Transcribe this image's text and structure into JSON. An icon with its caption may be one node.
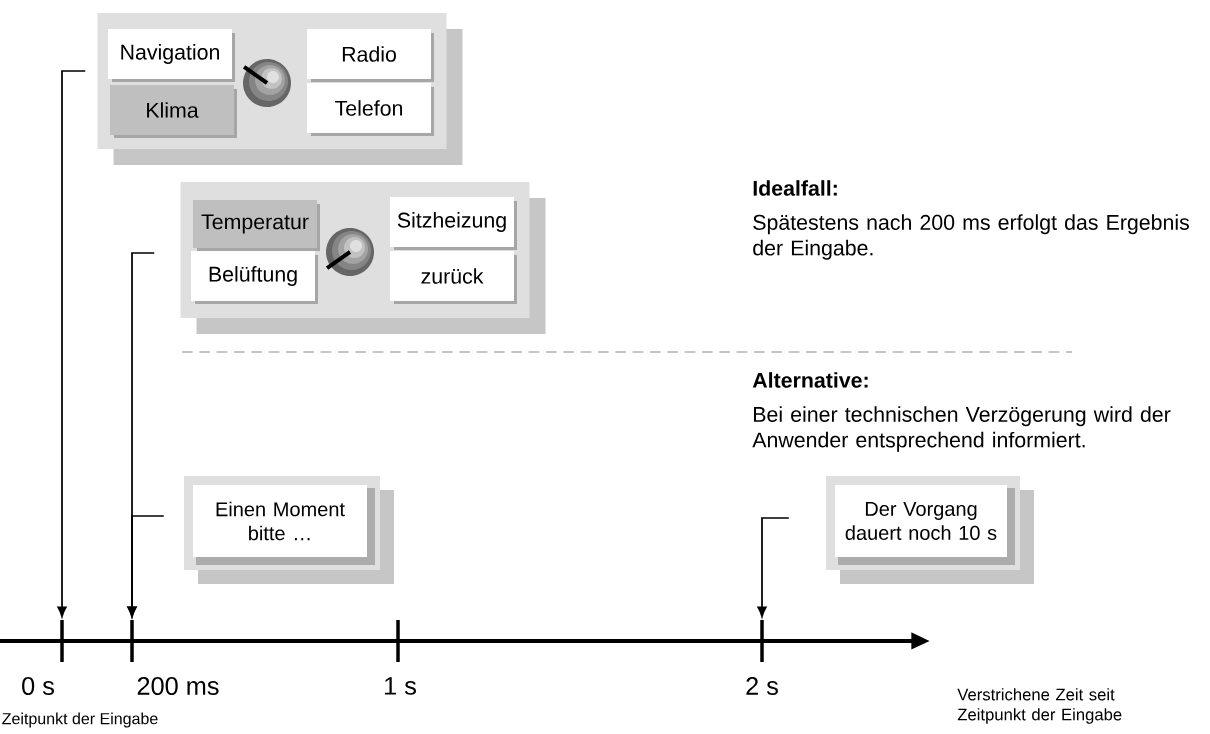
{
  "diagram": {
    "nodes": [
      {
        "text": [],
        "shape": "box"
      },
      {
        "text": [
          "Navigation"
        ],
        "in": 0
      },
      {
        "text": [
          "Klima"
        ],
        "in": 0
      },
      {
        "text": [
          "Radio"
        ],
        "in": 0
      },
      {
        "text": [
          "Telefon"
        ],
        "in": 0
      },
      {
        "text": [],
        "shape": "box"
      },
      {
        "text": [
          "Temperatur"
        ],
        "in": 5
      },
      {
        "text": [
          "Belüftung"
        ],
        "in": 5
      },
      {
        "text": [
          "Sitzheizung"
        ],
        "in": 5
      },
      {
        "text": [
          "zurück"
        ],
        "in": 5
      },
      {
        "text": [
          "Einen Moment bitte …"
        ]
      },
      {
        "text": [
          "Der Vorgang dauert noch 10 s"
        ]
      },
      {
        "text": [],
        "shape": "bar"
      },
      {
        "text": [],
        "shape": "bar"
      },
      {
        "text": [],
        "shape": "bar"
      },
      {
        "text": [],
        "shape": "bar"
      }
    ],
    "edges": [
      {
        "from": 0,
        "to": 12,
        "arrow": "to"
      },
      {
        "from": 5,
        "to": 13,
        "arrow": "to"
      },
      {
        "from": 10,
        "to": 13,
        "arrow": "to"
      },
      {
        "from": 11,
        "to": 15,
        "arrow": "to"
      }
    ],
    "labels": [
      "Idealfall:",
      "Spätestens nach 200 ms erfolgt das Ergebnis der Eingabe.",
      "Alternative:",
      "Bei einer technischen Verzögerung wird der Anwender entsprechend informiert.",
      "0 s",
      "200 ms",
      "1 s",
      "2 s",
      "Verstrichene Zeit seit Zeitpunkt der Eingabe",
      "Zeitpunkt der Eingabe"
    ]
  }
}
